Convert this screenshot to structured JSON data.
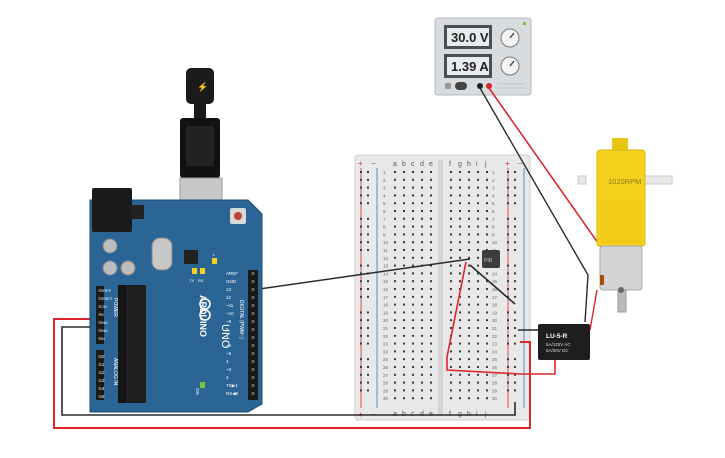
{
  "power_supply": {
    "voltage_display": "30.0 V",
    "current_display": "1.39 A"
  },
  "motor": {
    "label": "1020RPM"
  },
  "relay": {
    "model": "LU-5-R",
    "rating_line1": "5A/125V AC",
    "rating_line2": "5A/30V DC"
  },
  "sensor": {
    "label": "PIR"
  },
  "arduino": {
    "brand": "ARDUINO",
    "model": "UNO",
    "digital_header": "DIGITAL (PWM~)",
    "power_header": "POWER",
    "analog_header": "ANALOG IN",
    "on_label": "ON",
    "tx_label": "TX",
    "rx_label": "RX",
    "l_label": "L",
    "power_pins": [
      "IOREF",
      "RESET",
      "3.3V",
      "5V",
      "GND",
      "GND",
      "Vin"
    ],
    "analog_pins": [
      "A0",
      "A1",
      "A2",
      "A3",
      "A4",
      "A5"
    ],
    "digital_pins": [
      "AREF",
      "GND",
      "13",
      "12",
      "~11",
      "~10",
      "~9",
      "8",
      "7",
      "~6",
      "~5",
      "4",
      "~3",
      "2",
      "TX▶1",
      "RX◀0"
    ]
  },
  "breadboard": {
    "column_letters": [
      "a",
      "b",
      "c",
      "d",
      "e",
      "f",
      "g",
      "h",
      "i",
      "j"
    ],
    "rail_plus": "+",
    "rail_minus": "−"
  },
  "colors": {
    "arduino_board": "#2a6596",
    "wire_red": "#e0262b",
    "wire_black": "#2a2a2a",
    "motor_yellow": "#f4d21d",
    "breadboard": "#e8e8e8"
  }
}
